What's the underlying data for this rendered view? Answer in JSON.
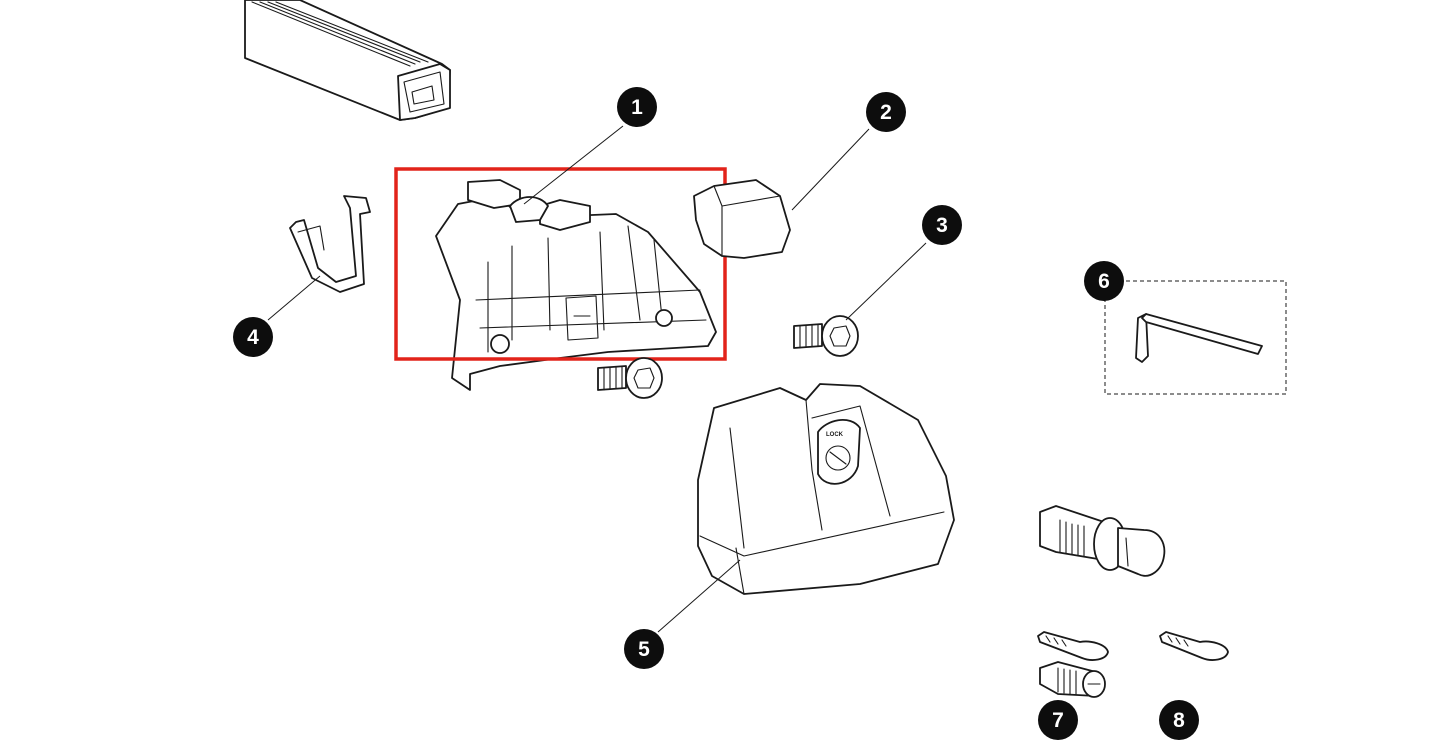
{
  "callouts": [
    {
      "id": "1",
      "label": "1"
    },
    {
      "id": "2",
      "label": "2"
    },
    {
      "id": "3",
      "label": "3"
    },
    {
      "id": "4",
      "label": "4"
    },
    {
      "id": "5",
      "label": "5"
    },
    {
      "id": "6",
      "label": "6"
    },
    {
      "id": "7",
      "label": "7"
    },
    {
      "id": "8",
      "label": "8"
    }
  ],
  "cover_text": "LOCK",
  "colors": {
    "highlight": "#e2231a",
    "badge": "#0d0d0d",
    "line": "#1a1a1a"
  },
  "icons": [
    "roof-bar",
    "foot-pad",
    "rubber-cap",
    "hex-bolt",
    "spring-clip",
    "hex-key",
    "foot-cover",
    "lock-cylinder",
    "key",
    "lock-core"
  ]
}
